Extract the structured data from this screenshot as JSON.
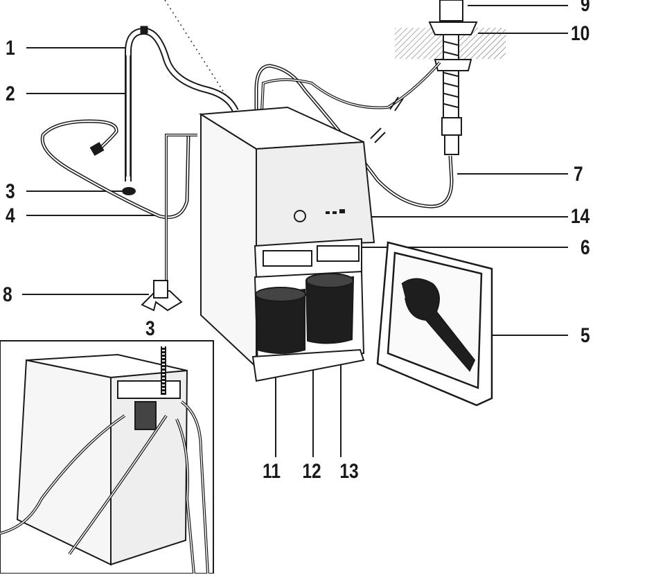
{
  "callouts": [
    {
      "id": "1",
      "text": "1"
    },
    {
      "id": "2",
      "text": "2"
    },
    {
      "id": "3",
      "text": "3"
    },
    {
      "id": "4",
      "text": "4"
    },
    {
      "id": "8",
      "text": "8"
    },
    {
      "id": "3b",
      "text": "3"
    },
    {
      "id": "9",
      "text": "9"
    },
    {
      "id": "10",
      "text": "10"
    },
    {
      "id": "7",
      "text": "7"
    },
    {
      "id": "14",
      "text": "14"
    },
    {
      "id": "6",
      "text": "6"
    },
    {
      "id": "5",
      "text": "5"
    },
    {
      "id": "11",
      "text": "11"
    },
    {
      "id": "12",
      "text": "12"
    },
    {
      "id": "13",
      "text": "13"
    }
  ],
  "colors": {
    "ink": "#1a1a1a",
    "panel": "#e6e6e6",
    "dark": "#222222"
  },
  "icons": [
    "standpipe-icon",
    "compression-nut-icon",
    "mounting-bracket-icon",
    "faucet-icon",
    "filter-cartridge-icon",
    "wrench-icon"
  ]
}
